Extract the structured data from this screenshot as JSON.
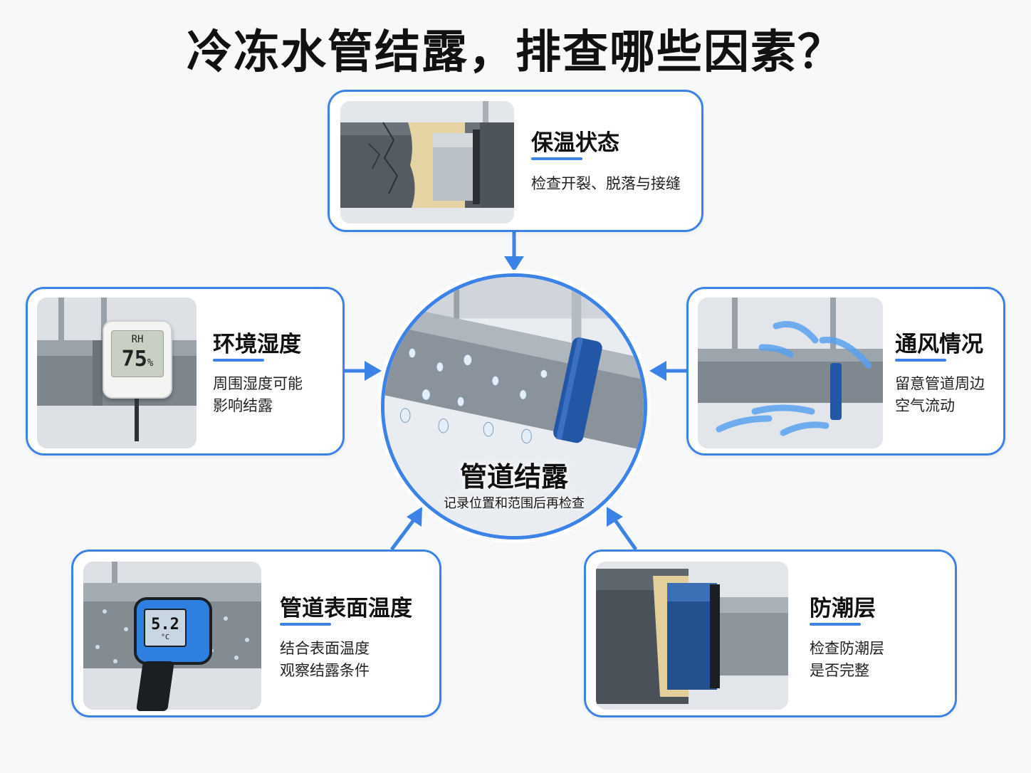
{
  "title": "冷冻水管结露，排查哪些因素？",
  "center": {
    "title": "管道结露",
    "subtitle": "记录位置和范围后再检查"
  },
  "cards": {
    "insulation": {
      "heading": "保温状态",
      "desc": [
        "检查开裂、脱落与接缝"
      ]
    },
    "humidity": {
      "heading": "环境湿度",
      "desc": [
        "周围湿度可能",
        "影响结露"
      ]
    },
    "ventilation": {
      "heading": "通风情况",
      "desc": [
        "留意管道周边",
        "空气流动"
      ]
    },
    "surface_temp": {
      "heading": "管道表面温度",
      "desc": [
        "结合表面温度",
        "观察结露条件"
      ]
    },
    "vapor_barrier": {
      "heading": "防潮层",
      "desc": [
        "检查防潮层",
        "是否完整"
      ]
    }
  },
  "hygrometer": {
    "label": "RH",
    "value": "75",
    "unit": "%"
  },
  "thermometer": {
    "value": "5.2",
    "unit": "°C"
  },
  "colors": {
    "accent": "#3d82e6",
    "pipe": "#8a9099",
    "clamp": "#2456a6"
  }
}
